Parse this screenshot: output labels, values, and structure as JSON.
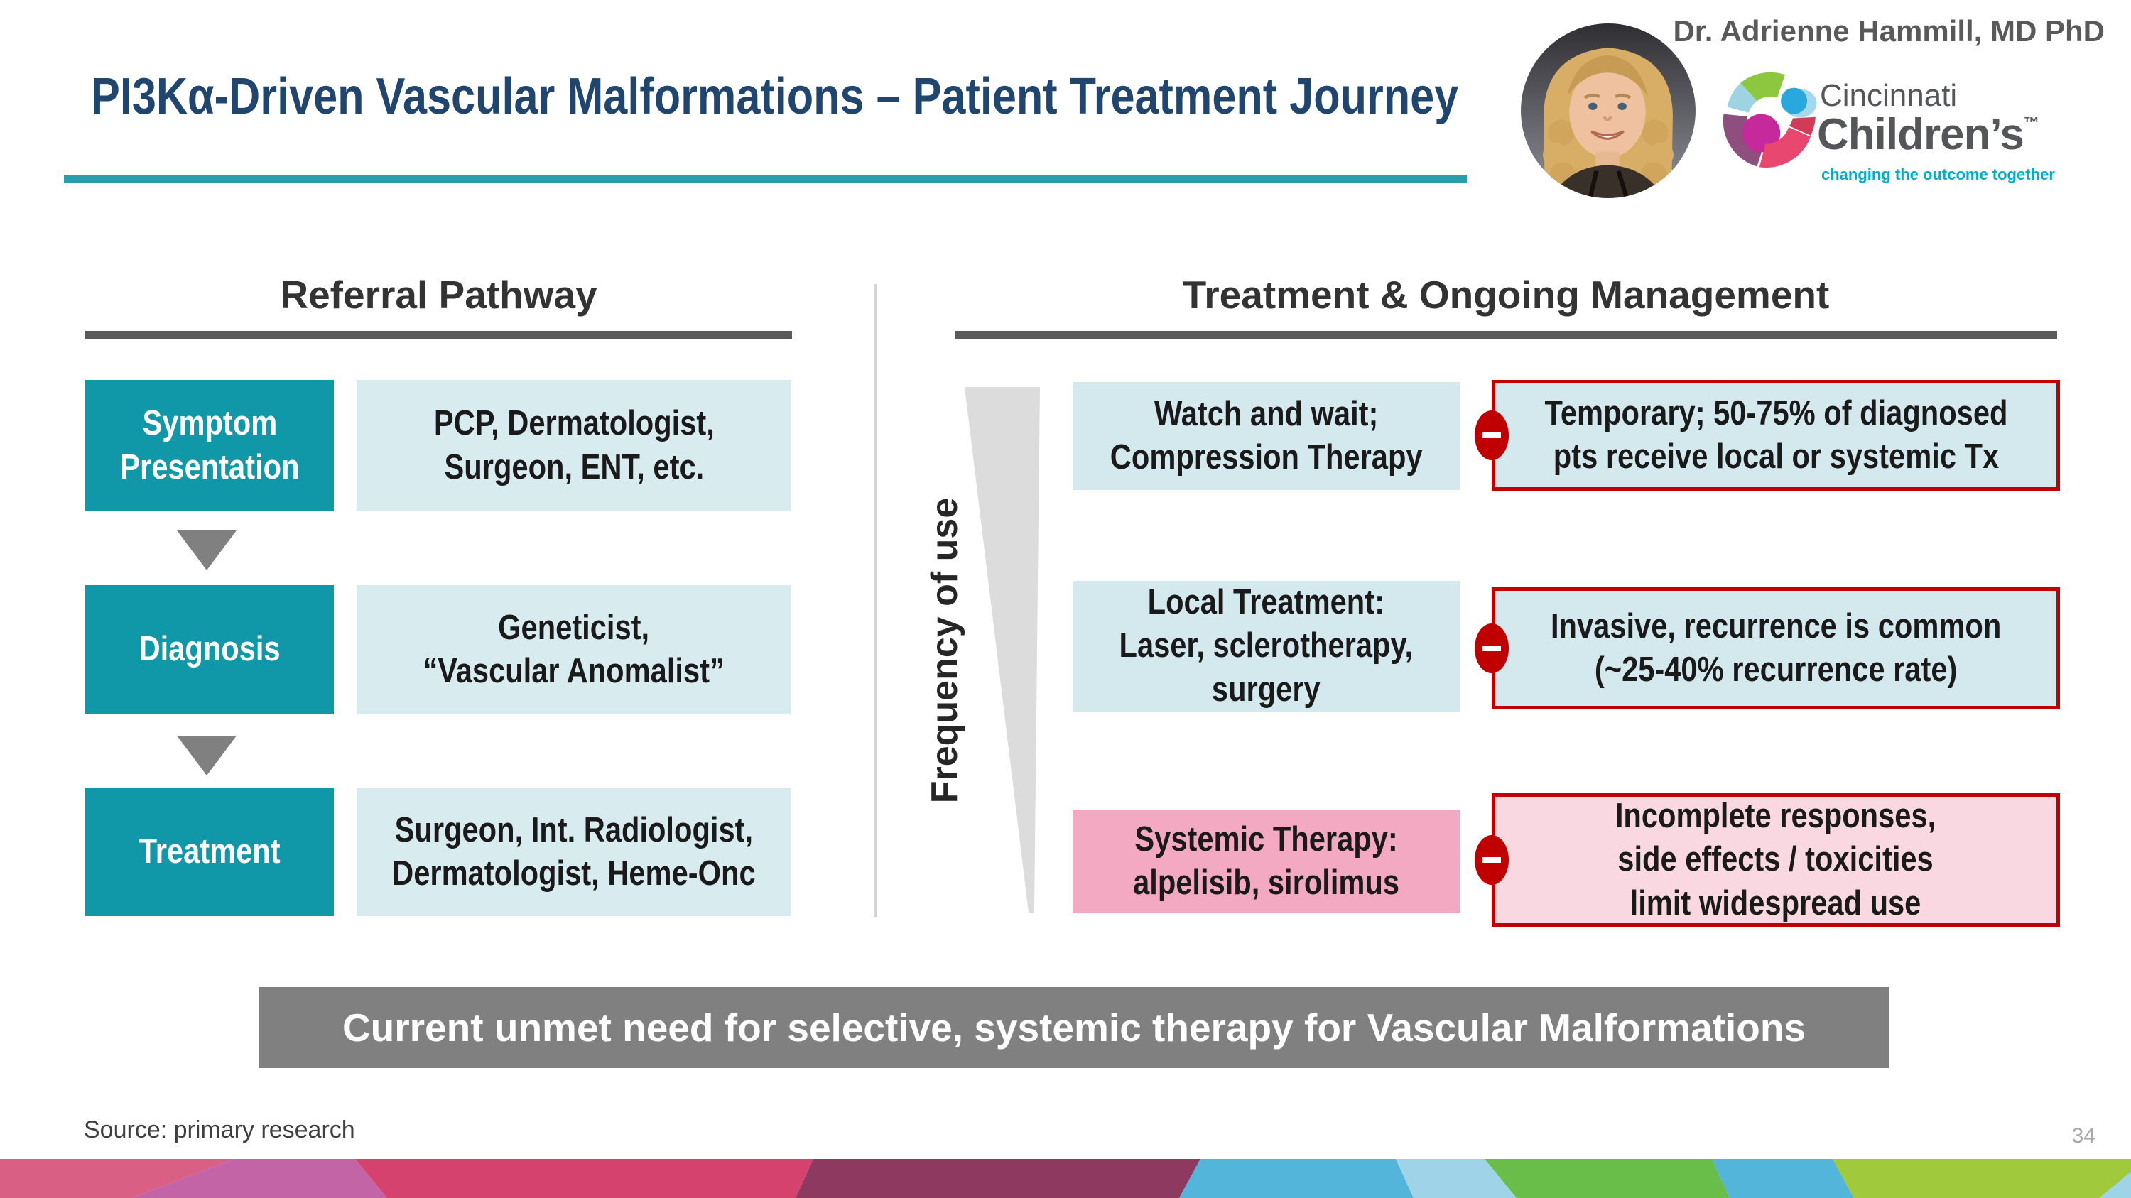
{
  "header": {
    "title": "PI3Kα-Driven Vascular Malformations – Patient Treatment Journey",
    "presenter": "Dr. Adrienne Hammill, MD PhD",
    "logo": {
      "line1": "Cincinnati",
      "line2": "Children’s",
      "trademark": "™",
      "tagline": "changing the outcome together"
    }
  },
  "left_section": {
    "heading": "Referral Pathway",
    "rows": [
      {
        "stage": "Symptom\nPresentation",
        "providers": "PCP, Dermatologist,\nSurgeon, ENT, etc."
      },
      {
        "stage": "Diagnosis",
        "providers": "Geneticist,\n“Vascular Anomalist”"
      },
      {
        "stage": "Treatment",
        "providers": "Surgeon, Int. Radiologist,\nDermatologist, Heme-Onc"
      }
    ]
  },
  "right_section": {
    "heading": "Treatment & Ongoing Management",
    "axis_label": "Frequency of use",
    "rows": [
      {
        "treatment": "Watch and wait;\nCompression Therapy",
        "limitation": "Temporary; 50-75% of diagnosed\npts receive local or systemic Tx"
      },
      {
        "treatment": "Local Treatment:\nLaser, sclerotherapy,\nsurgery",
        "limitation": "Invasive, recurrence is common\n(~25-40% recurrence rate)"
      },
      {
        "treatment": "Systemic Therapy:\nalpelisib, sirolimus",
        "limitation": "Incomplete responses,\nside effects / toxicities\nlimit widespread use"
      }
    ]
  },
  "banner": "Current unmet need for selective, systemic therapy for Vascular Malformations",
  "footer": {
    "source": "Source: primary research",
    "page_number": "34"
  },
  "colors": {
    "title_navy": "#20456F",
    "teal_rule": "#2A9DAD",
    "teal_box": "#1098A8",
    "light_blue_box": "#D8ECEF",
    "pink_box": "#F4A9C2",
    "pink_red_box_bg": "#F9D8E1",
    "red_accent": "#C00000",
    "banner_gray": "#808080",
    "heading_gray": "#333333",
    "tagline_cyan": "#00AEC7",
    "ribbon": [
      "#D95F84",
      "#C364A6",
      "#D4426D",
      "#8E3A60",
      "#54B5DB",
      "#9FD4E8",
      "#69BE4A",
      "#A0C93C"
    ]
  }
}
